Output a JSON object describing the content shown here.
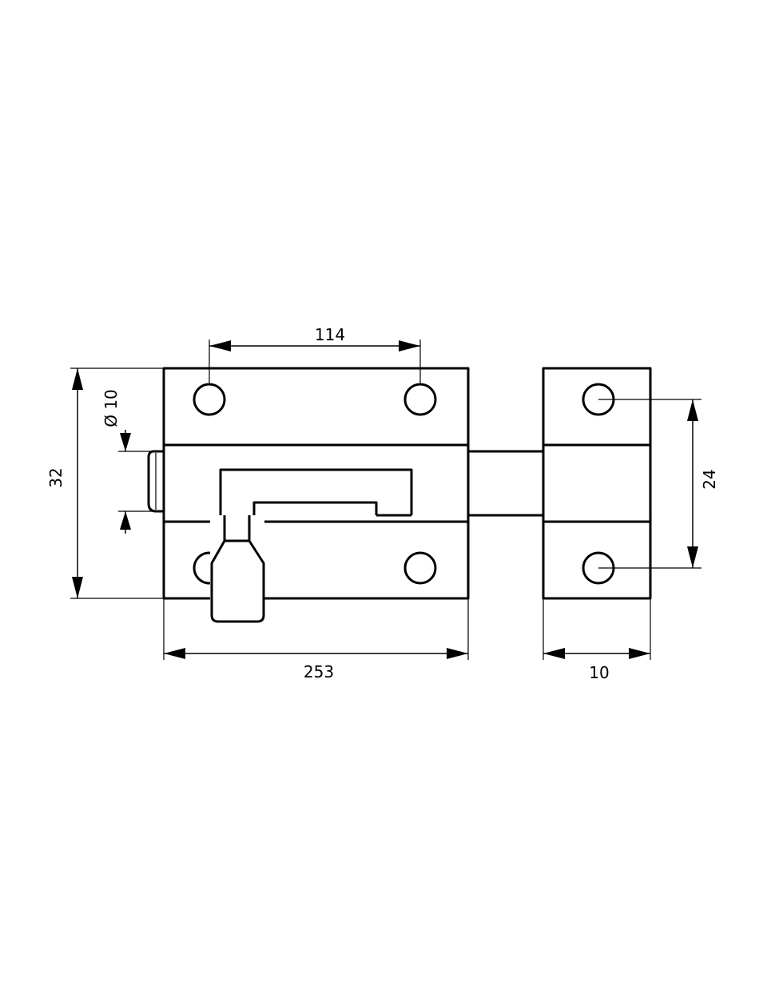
{
  "drawing": {
    "subject": "sliding barrel bolt with staple keeper",
    "dimensions": {
      "hole_spacing": "114",
      "diameter": "Ø 10",
      "height": "32",
      "length": "253",
      "keeper_width": "10",
      "keeper_hole_spacing": "24"
    },
    "line_color": "#000000",
    "background_color": "#ffffff"
  }
}
